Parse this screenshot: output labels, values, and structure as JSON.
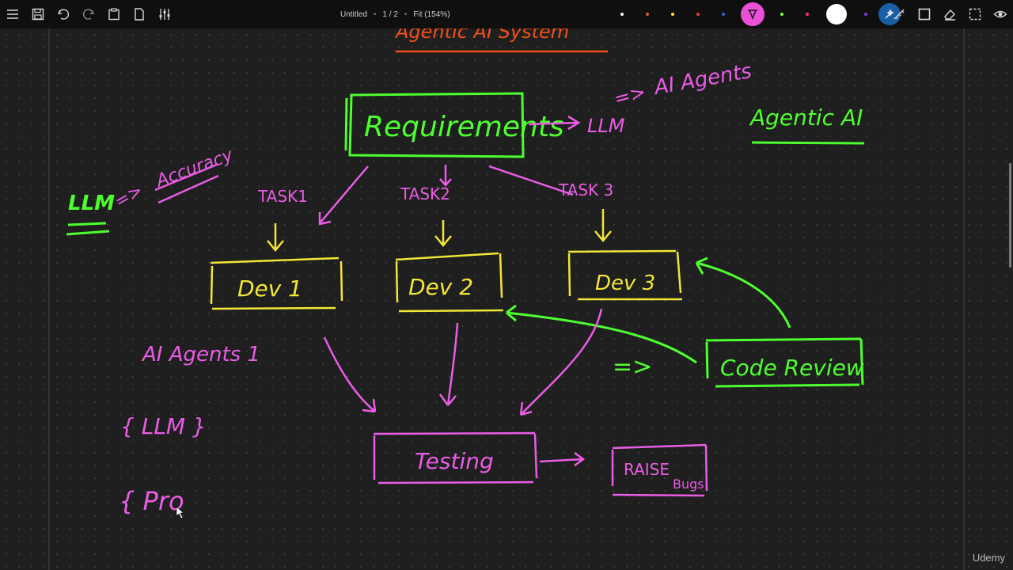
{
  "toolbar": {
    "document_title": "Untitled",
    "page_indicator": "1 / 2",
    "zoom_label": "Fit (154%)",
    "left_icons": [
      "menu-icon",
      "save-icon",
      "undo-icon",
      "redo-icon",
      "paste-icon",
      "new-page-icon",
      "settings-sliders-icon"
    ],
    "right_icons": [
      "ruler-icon",
      "rectangle-icon",
      "eraser-icon",
      "select-icon",
      "view-icon"
    ],
    "pen_colors": [
      "#ffffff",
      "#e05a2b",
      "#ffe033",
      "#e53935",
      "#3b5bdb",
      "#ec4fd8",
      "#7dff3a",
      "#ff2e80",
      "#7a3fd6"
    ],
    "active_pen_color": "#ec4fd8"
  },
  "whiteboard": {
    "title": "Agentic AI System",
    "requirements": "Requirements",
    "llm_right": "LLM",
    "ai_agents_top": "AI Agents",
    "agentic_ai": "Agentic AI",
    "llm_left": "LLM",
    "accuracy": "Accuracy",
    "task1": "TASK1",
    "task2": "TASK2",
    "task3": "TASK 3",
    "dev1": "Dev 1",
    "dev2": "Dev 2",
    "dev3": "Dev 3",
    "ai_agents_1": "AI Agents 1",
    "code_review": "Code Review",
    "llm_brace": "{ LLM }",
    "pro_brace": "{ Pro",
    "testing": "Testing",
    "raise": "RAISE",
    "bugs": "Bugs",
    "implies_1": "=>",
    "implies_2": "=>",
    "implies_3": "=>",
    "colors": {
      "green": "#4dff2f",
      "magenta": "#ea5ce6",
      "yellow": "#f2e636",
      "orange": "#f0501a"
    }
  },
  "watermark": "Udemy"
}
